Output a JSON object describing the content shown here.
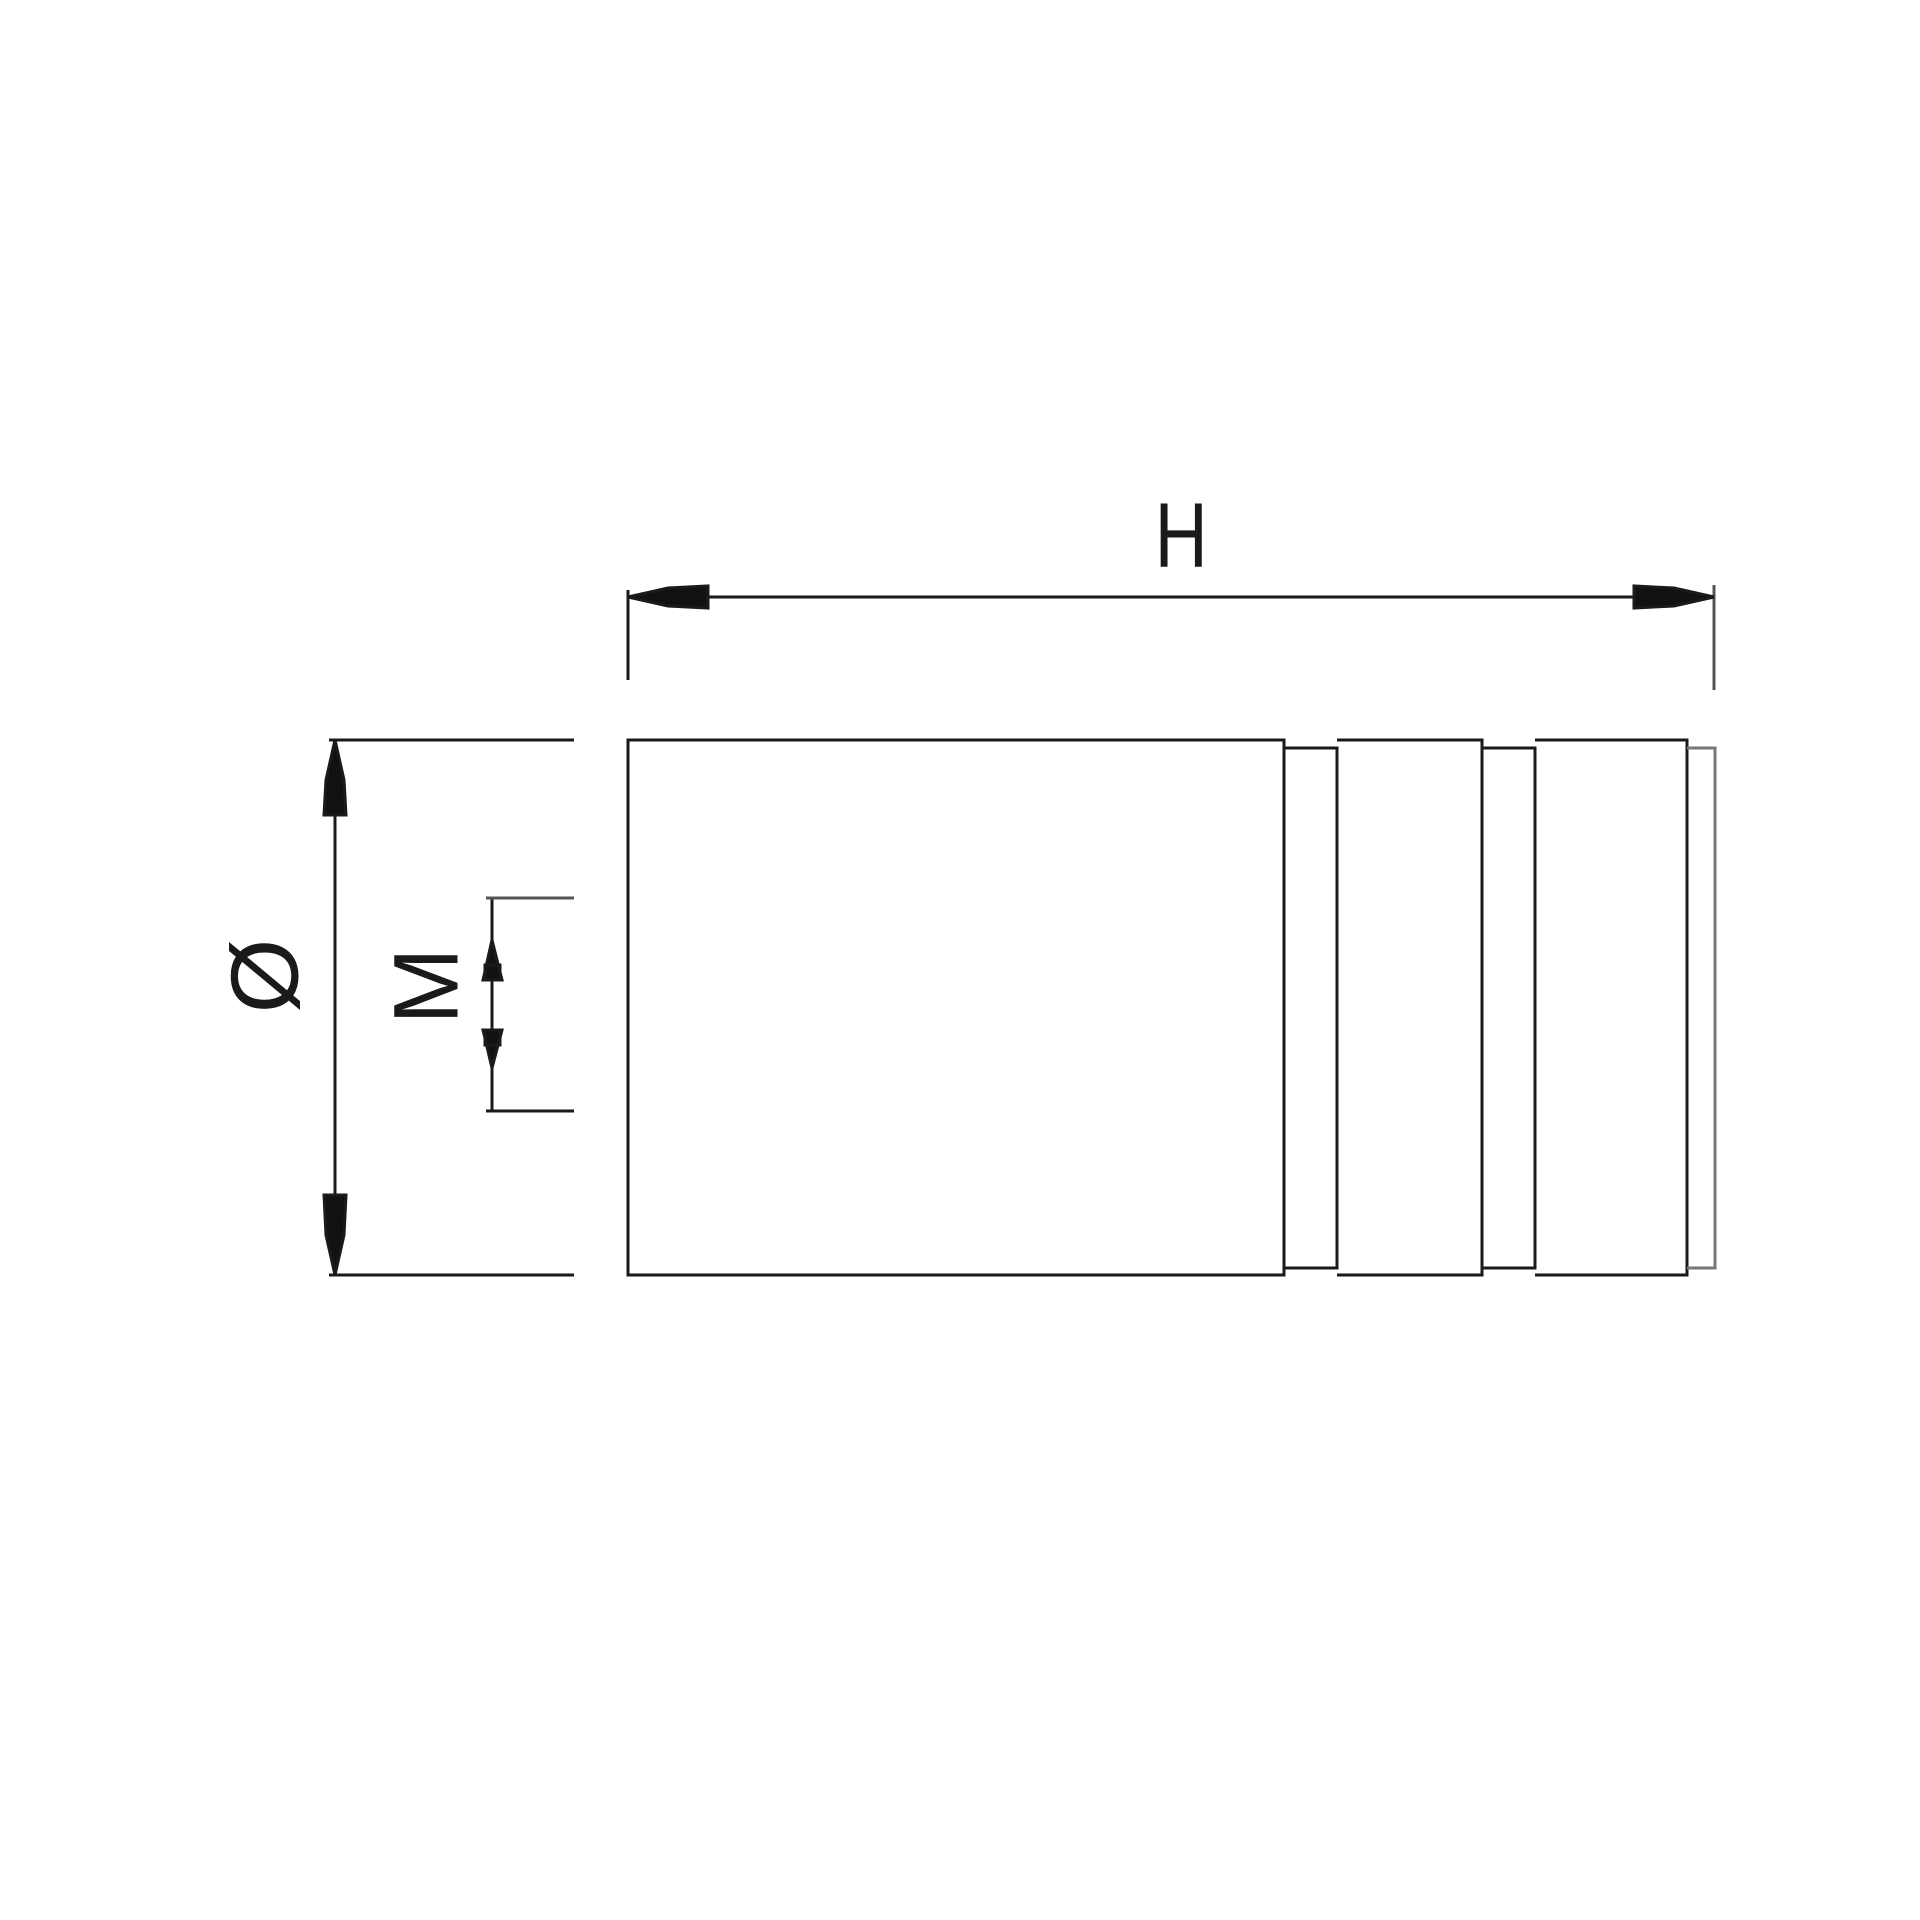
{
  "drawing": {
    "labels": {
      "height": "H",
      "diameter": "Ø",
      "thread": "M"
    },
    "colors": {
      "line": "#1a1a1a",
      "background": "#ffffff"
    }
  }
}
